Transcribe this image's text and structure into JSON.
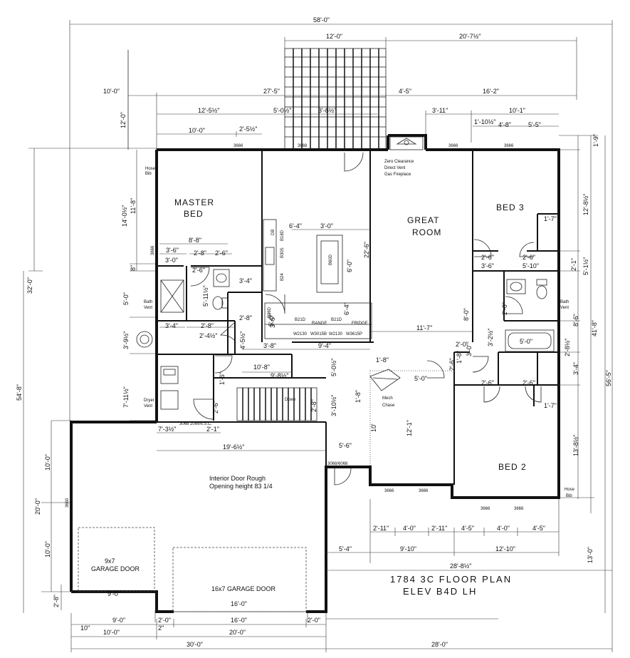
{
  "title": {
    "line1": "1784 3C FLOOR PLAN",
    "line2": "ELEV B4D LH"
  },
  "rooms": {
    "master_bed": [
      "MASTER",
      "BED"
    ],
    "great_room": [
      "GREAT",
      "ROOM"
    ],
    "bed3": "BED 3",
    "bed2": "BED 2"
  },
  "notes": {
    "fireplace": [
      "Zero Clearance",
      "Direct Vent",
      "Gas Fireplace"
    ],
    "door_rough": [
      "Interior Door Rough",
      "Opening height 83 1/4"
    ],
    "garage_door_small": [
      "9x7",
      "GARAGE DOOR"
    ],
    "garage_door_large": "16x7 GARAGE DOOR",
    "mech_chase": [
      "Mech",
      "Chase"
    ],
    "hose_bib_top": [
      "Hose",
      "Bib"
    ],
    "hose_bib_bottom": [
      "Hose",
      "Bib"
    ],
    "bath_vent": [
      "Bath",
      "Vent"
    ],
    "bath_vent_right": [
      "Bath",
      "Vent"
    ],
    "dryer_vent": [
      "Dryer",
      "Vent"
    ],
    "range": "RANGE",
    "fridge": "FRIDGE",
    "down": "Down",
    "door_2068": "3068 20MIN.S.C."
  },
  "windows": {
    "top_master": "3666",
    "top_kitchen": "3668",
    "top_bed3_a": "3666",
    "top_bed3_b": "3666",
    "left_master": "3666",
    "left_garage": "3660",
    "bottom_entry_a": "3666",
    "bottom_entry_b": "3666",
    "bottom_bed2_a": "3666",
    "bottom_bed2_b": "3666",
    "front_door": "3068/6068"
  },
  "cabinets": {
    "b21d_a": "B21D",
    "b21d_b": "B21D",
    "w2130_a": "W2130",
    "w3015b": "W3015B",
    "w2130_b": "W2130",
    "w3615p": "W3615P",
    "island": "B60D",
    "b18d": "B18D",
    "db": "DB",
    "b30s": "B30S",
    "b24": "B24",
    "rear": "B36D"
  },
  "dims": {
    "top_overall": "58'-0\"",
    "deck_12": "12'-0\"",
    "deck_right": "20'-7½\"",
    "top_10_0": "10'-0\"",
    "top_27_5": "27'-5\"",
    "top_4_5": "4'-5\"",
    "top_16_2": "16'-2\"",
    "row3_12_5": "12'-5½\"",
    "row3_5_0": "5'-0½\"",
    "row3_3_8": "3'-8½\"",
    "row3_3_11": "3'-11\"",
    "row3_10_1": "10'-1\"",
    "row4_1_10": "1'-10½\"",
    "row4_4_8": "4'-8\"",
    "row4_5_5": "5'-5\"",
    "row5_10_0": "10'-0\"",
    "row5_2_5": "2'-5½\"",
    "left_12_0": "12'-0\"",
    "left_14_0": "14'-0½\"",
    "left_11_8": "11'-8\"",
    "left_32_0": "32'-0\"",
    "left_54_8": "54'-8\"",
    "left_5_0": "5'-0\"",
    "left_3_9": "3'-9½\"",
    "left_7_11": "7'-11½\"",
    "left_10_0a": "10'-0\"",
    "left_20_0": "20'-0\"",
    "left_10_0b": "10'-0\"",
    "left_2_8": "2'-8\"",
    "left_8": "8\"",
    "m_8_8": "8'-8\"",
    "m_3_6": "3'-6\"",
    "m_2_8": "2'-8\"",
    "m_2_6": "2'-6\"",
    "m_3_0": "3'-0\"",
    "m_2_6b": "2'-6\"",
    "m_5_11": "5'-11½\"",
    "m_3_4": "3'-4\"",
    "m_3_4b": "3'-4\"",
    "m_2_8b": "2'-8\"",
    "m_2_4": "2'-4½\"",
    "m_3_8": "3'-8\"",
    "m_2_8c": "2'-8\"",
    "m_4_5": "4'-5½\"",
    "m_3_6b": "3'-6\"",
    "k_6_4": "6'-4\"",
    "k_3_0": "3'-0\"",
    "k_6_0": "6'-0\"",
    "k_6_4b": "6'-4\"",
    "k_22_6": "22'-6\"",
    "k_5_0": "5'-0\"",
    "k_9_4": "9'-4\"",
    "k_11_7": "11'-7\"",
    "k_8_0": "8'-0\"",
    "k_10_8": "10'-8\"",
    "k_9_8": "9'-8½\"",
    "k_5_0b": "5'-0½\"",
    "k_3_10": "3'-10½\"",
    "k_1_6": "1'-6\"",
    "k_1_8": "1'-8\"",
    "k_1_8b": "1'-8\"",
    "k_5_0c": "5'-0\"",
    "k_12_1": "12'-1\"",
    "k_5_6": "5'-6\"",
    "k_2_6": "2'-6\"",
    "k_10": "10'",
    "g_7_3": "7'-3½\"",
    "g_2_1": "2'-1\"",
    "g_19_6": "19'-6½\"",
    "g_9_0": "9'-0\"",
    "g_16_0": "16'-0\"",
    "g_2_0": "2'-0\"",
    "g_2_0b": "2'-0\"",
    "g_9_0b": "9'-0\"",
    "g_16_0b": "16'-0\"",
    "g_2_0c": "2'-0\"",
    "g_10_0": "10'-0\"",
    "g_20_0": "20'-0\"",
    "g_30_0": "30'-0\"",
    "g_28_0": "28'-0\"",
    "g_10": "10\"",
    "g_2": "2\"",
    "g_3_6": "3'-6\"",
    "g_2_6": "2'-6\"",
    "b_2_11": "2'-11\"",
    "b_4_0": "4'-0\"",
    "b_2_11b": "2'-11\"",
    "b_4_5": "4'-5\"",
    "b_4_0b": "4'-0\"",
    "b_4_5b": "4'-5\"",
    "b_5_4": "5'-4\"",
    "b_9_10": "9'-10\"",
    "b_12_10": "12'-10\"",
    "b_28_8": "28'-8½\"",
    "r_1_9": "1'-9\"",
    "r_12_8": "12'-8½\"",
    "r_41_8": "41'-8\"",
    "r_56_5": "56'-5\"",
    "r_2_1": "2'-1\"",
    "r_5_1": "5'-1½\"",
    "r_8_6": "8'-6\"",
    "r_2_8": "2'-8½\"",
    "r_3_4": "3'-4\"",
    "r_13_8": "13'-8½\"",
    "r_13_0": "13'-0\"",
    "r_1_7": "1'-7\"",
    "r_1_7b": "1'-7\"",
    "b3_2_6": "2'-6\"",
    "b3_2_6b": "2'-6\"",
    "b3_3_6": "3'-6\"",
    "b3_5_10": "5'-10\"",
    "b3_2_6c": "2'-6\"",
    "b3_3_2": "3'-2½\"",
    "b3_5_0": "5'-0\"",
    "b3_2_0": "2'-0\"",
    "b3_2_6d": "2'-6\"",
    "b3_2_6e": "2'-6\"",
    "b3_2_6f": "2'-6\"",
    "c_2_8": "2'-8\"",
    "c_1_8": "1'-8\"",
    "c_3_0": "3'-0\""
  }
}
